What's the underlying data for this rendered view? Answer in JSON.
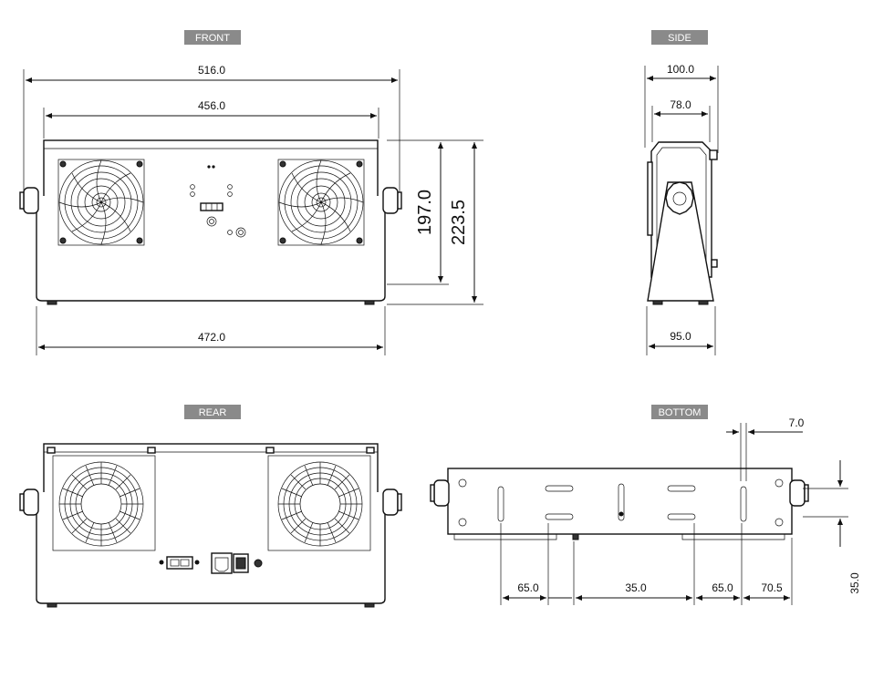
{
  "views": {
    "front": "FRONT",
    "side": "SIDE",
    "rear": "REAR",
    "bottom": "BOTTOM"
  },
  "dimensions": {
    "front_total_width": "516.0",
    "front_inner_width": "456.0",
    "front_base_width": "472.0",
    "front_body_height": "197.0",
    "front_total_height": "223.5",
    "side_total_width": "100.0",
    "side_inner_width": "78.0",
    "side_base_width": "95.0",
    "bottom_slot_width": "7.0",
    "bottom_seg1": "65.0",
    "bottom_seg2": "35.0",
    "bottom_seg3": "65.0",
    "bottom_seg4": "70.5",
    "bottom_height": "35.0"
  },
  "colors": {
    "label_bg": "#8a8a8a",
    "line": "#111111"
  }
}
